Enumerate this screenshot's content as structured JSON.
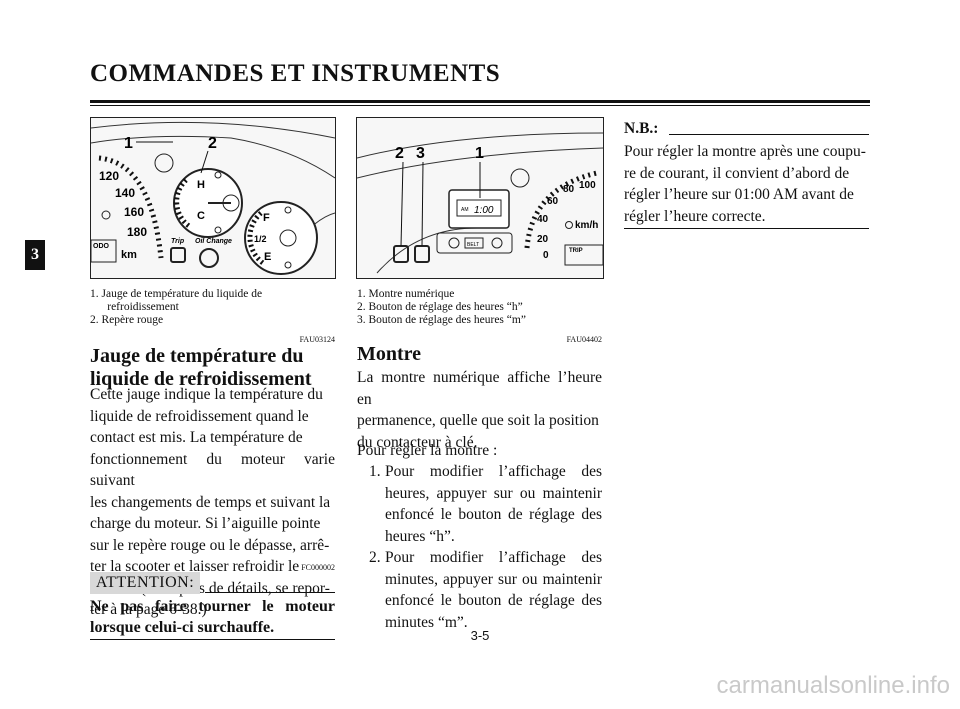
{
  "header": {
    "title": "COMMANDES ET INSTRUMENTS",
    "chapter": "3"
  },
  "left": {
    "figure": {
      "callouts": [
        "1",
        "2"
      ],
      "gauge_labels": [
        "H",
        "C",
        "F",
        "1/2",
        "E"
      ],
      "speed_labels": [
        "120",
        "140",
        "160",
        "180",
        "km"
      ],
      "button_labels": [
        "Trip",
        "Oil Change"
      ],
      "odo": "ODO"
    },
    "captions": [
      "1.  Jauge de température du liquide de",
      "      refroidissement",
      "2.  Repère rouge"
    ],
    "code": "FAU03124",
    "heading": [
      "Jauge de température du",
      "liquide de refroidissement"
    ],
    "lines": [
      "Cette jauge indique la température du",
      "liquide de refroidissement quand le",
      "contact est mis. La température de",
      "fonctionnement du moteur varie suivant",
      "les changements de temps et suivant la",
      "charge du moteur. Si l’aiguille pointe",
      "sur le repère rouge ou le dépasse, arrê-",
      "ter la scooter et laisser refroidir le",
      "moteur. (Pour plus de détails, se repor-",
      "ter à la page 6-38.)"
    ],
    "code2": "FC000002",
    "attention": "ATTENTION:",
    "warning": [
      "Ne pas faire tourner le moteur",
      "lorsque celui-ci surchauffe."
    ]
  },
  "middle": {
    "figure": {
      "callouts": [
        "2",
        "3",
        "1"
      ],
      "clock": "1:00",
      "am": "AM",
      "speed_labels": [
        "0",
        "20",
        "40",
        "60",
        "80",
        "100",
        "km/h"
      ],
      "belt": "BELT",
      "trip": "TRIP"
    },
    "captions": [
      "1.  Montre numérique",
      "2.  Bouton de réglage des heures “h”",
      "3.  Bouton de réglage des heures “m”"
    ],
    "code": "FAU04402",
    "heading": "Montre",
    "para1": [
      "La montre numérique affiche l’heure en",
      "permanence, quelle que soit la position",
      "du contacteur à clé."
    ],
    "para2": "Pour régler la montre :",
    "steps": [
      {
        "num": "1.",
        "lines": [
          "Pour modifier l’affichage des",
          "heures, appuyer sur ou maintenir",
          "enfoncé le bouton de réglage des",
          "heures “h”."
        ]
      },
      {
        "num": "2.",
        "lines": [
          "Pour modifier l’affichage des",
          "minutes, appuyer sur ou maintenir",
          "enfoncé le bouton de réglage des",
          "minutes “m”."
        ]
      }
    ]
  },
  "right": {
    "nb_label": "N.B.:",
    "lines": [
      "Pour régler la montre après une coupu-",
      "re de courant, il convient d’abord de",
      "régler l’heure sur 01:00 AM avant de",
      "régler l’heure correcte."
    ]
  },
  "footer": {
    "page_number": "3-5",
    "watermark": "carmanualsonline.info"
  }
}
